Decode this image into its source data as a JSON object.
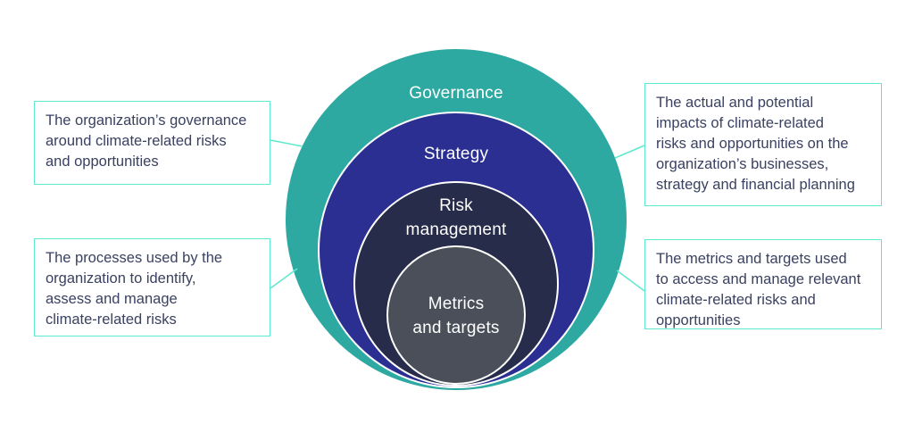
{
  "diagram": {
    "title": "TCFD nested-circles diagram",
    "rings": [
      {
        "id": "governance",
        "label": "Governance",
        "color": "#2DA9A2"
      },
      {
        "id": "strategy",
        "label": "Strategy",
        "color": "#2B2F92"
      },
      {
        "id": "risk-management",
        "label": "Risk\nmanagement",
        "color": "#262C49"
      },
      {
        "id": "metrics-targets",
        "label": "Metrics\nand targets",
        "color": "#4B4F5A"
      }
    ],
    "ring_label_color": "#ffffff",
    "ring_stroke_color": "#ffffff",
    "callouts": [
      {
        "position": "top-left",
        "text": "The organization’s governance\naround climate-related risks\nand opportunities"
      },
      {
        "position": "top-right",
        "text": "The actual and potential\nimpacts of climate-related\nrisks and opportunities on the\norganization’s businesses,\nstrategy and financial planning"
      },
      {
        "position": "bottom-left",
        "text": "The processes used by the\norganization to identify,\nassess and manage\nclimate-related risks"
      },
      {
        "position": "bottom-right",
        "text": "The metrics and targets used\nto access and manage relevant\nclimate-related risks and\nopportunities"
      }
    ],
    "colors": {
      "background": "#ffffff",
      "callout_border": "#5FE8D0",
      "connector_line": "#5FE8D0",
      "callout_text": "#3A4161"
    }
  }
}
